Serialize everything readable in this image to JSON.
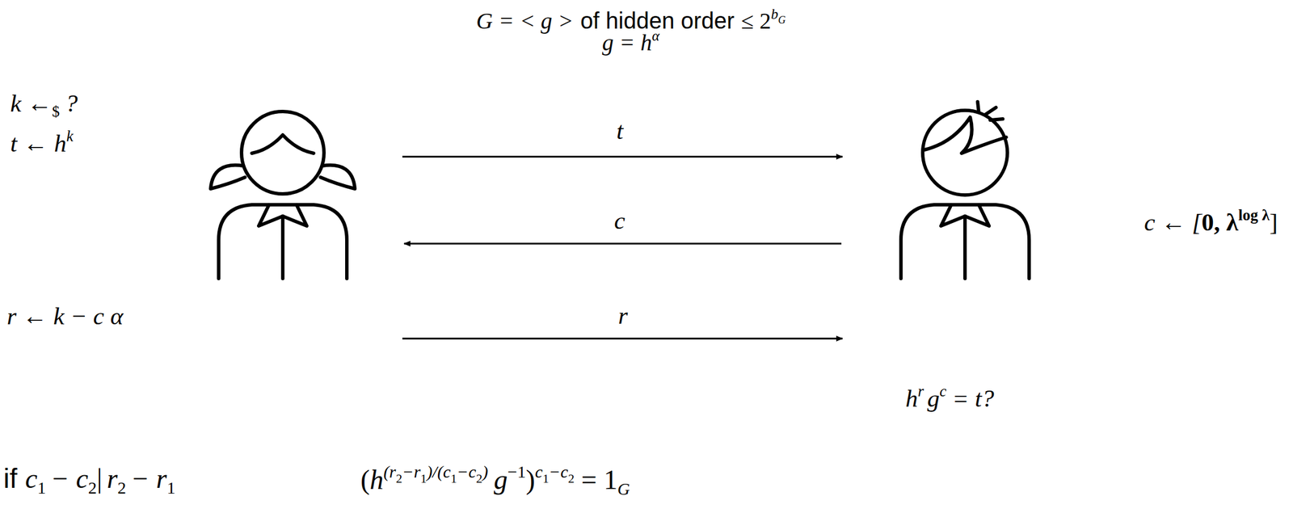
{
  "diagram": {
    "labels": [
      "G = < g >",
      "of hidden order",
      "≤ 2",
      "b",
      "G",
      "g = h",
      "α",
      "k ←",
      "$",
      "?",
      "t ← h",
      "k",
      "t",
      "c ← [",
      "0, λ",
      "log λ",
      "]",
      "c",
      "r ← k − c α",
      "r",
      "h",
      "r",
      "g",
      "c",
      "= t?",
      "if",
      "c",
      "1",
      "− c",
      "2",
      "|",
      "r",
      "2",
      "− r",
      "1",
      "(",
      "h",
      "(r",
      "2",
      "−r",
      "1",
      ")/(c",
      "1",
      "−c",
      "2",
      ")",
      "g",
      "−1",
      ")",
      "c",
      "1",
      "−c",
      "2",
      "= 1",
      "G"
    ]
  }
}
